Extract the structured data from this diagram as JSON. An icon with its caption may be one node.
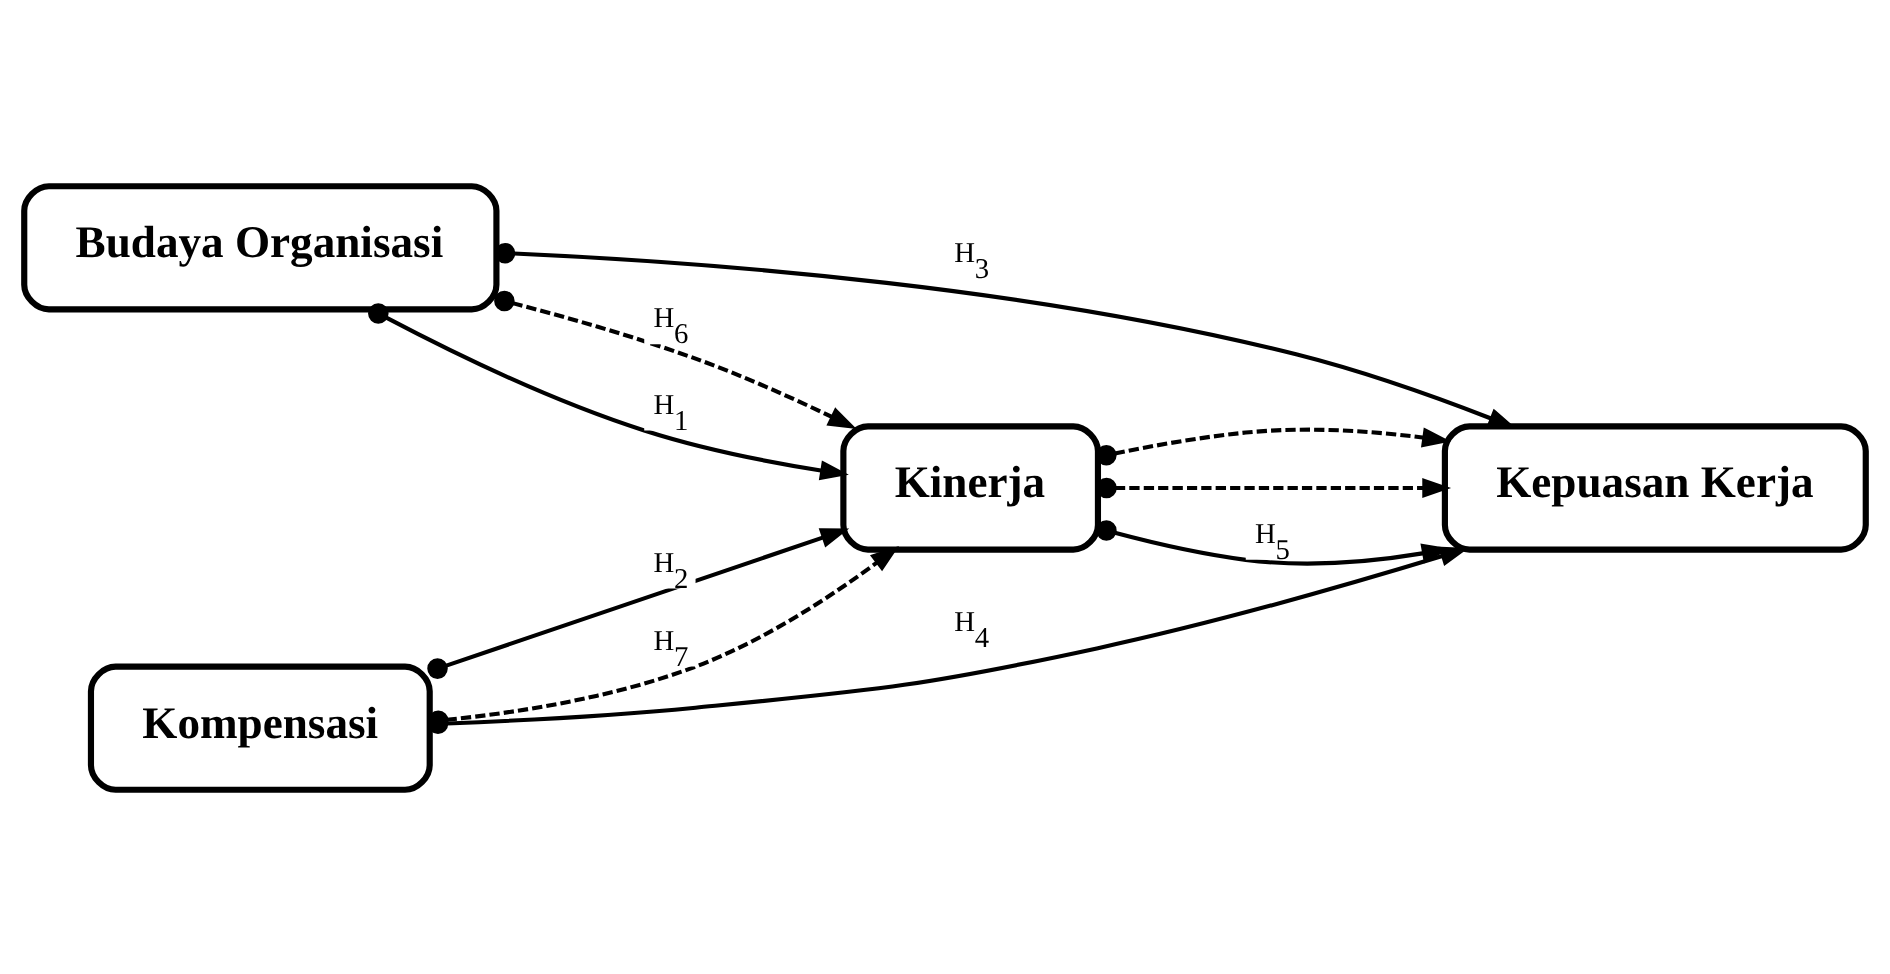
{
  "diagram": {
    "nodes": [
      {
        "text": [
          "Budaya Organisasi"
        ]
      },
      {
        "text": [
          "Kinerja"
        ]
      },
      {
        "text": [
          "Kepuasan Kerja"
        ]
      },
      {
        "text": [
          "Kompensasi"
        ]
      }
    ],
    "edges": [
      {
        "from": 0,
        "to": 2,
        "arrow": "to",
        "label": "H$_{3}$"
      },
      {
        "from": 0,
        "to": 1,
        "arrow": "to",
        "label": "H$_{6}$",
        "style": "dashed"
      },
      {
        "from": 0,
        "to": 1,
        "arrow": "to",
        "label": "H$_{1}$"
      },
      {
        "from": 1,
        "to": 2,
        "arrow": "to",
        "style": "dashed"
      },
      {
        "from": 1,
        "to": 2,
        "arrow": "to",
        "label": "H$_{5}$"
      },
      {
        "from": 1,
        "to": 2,
        "arrow": "to",
        "style": "dashed"
      },
      {
        "from": 3,
        "to": 1,
        "arrow": "to",
        "label": "H$_{2}$"
      },
      {
        "from": 3,
        "to": 1,
        "arrow": "to",
        "label": "H$_{7}$",
        "style": "dashed"
      },
      {
        "from": 3,
        "to": 2,
        "arrow": "to",
        "label": "H$_{4}$"
      }
    ]
  }
}
